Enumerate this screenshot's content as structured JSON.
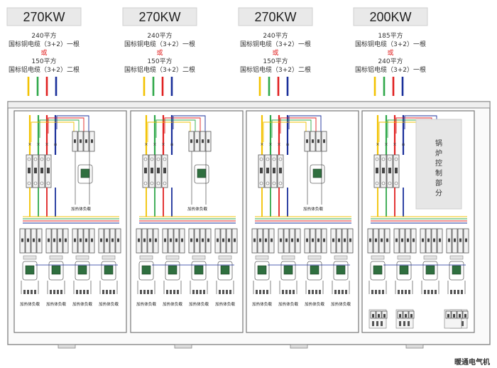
{
  "title": "",
  "colors": {
    "phase_l1": "#f2c200",
    "phase_l2": "#2fa84a",
    "phase_l3": "#e02020",
    "neutral": "#1a2f9a",
    "earth": "#f2c200",
    "or_text": "#e02020"
  },
  "cabinets": [
    {
      "power_label": "270KW",
      "cable_line1": "240平方",
      "cable_line2": "国标铜电缆（3+2）一根",
      "or_label": "或",
      "cable_line3": "150平方",
      "cable_line4": "国标铝电缆（3+2）二根",
      "heater_label": "加热体负载",
      "load_labels": [
        "加热体负载",
        "加热体负载",
        "加热体负载",
        "加热体负载"
      ],
      "has_boiler_panel": false
    },
    {
      "power_label": "270KW",
      "cable_line1": "240平方",
      "cable_line2": "国标铜电缆（3+2）一根",
      "or_label": "或",
      "cable_line3": "150平方",
      "cable_line4": "国标铝电缆（3+2）二根",
      "heater_label": "加热体负载",
      "load_labels": [
        "加热体负载",
        "加热体负载",
        "加热体负载",
        "加热体负载"
      ],
      "has_boiler_panel": false
    },
    {
      "power_label": "270KW",
      "cable_line1": "240平方",
      "cable_line2": "国标铜电缆（3+2）一根",
      "or_label": "或",
      "cable_line3": "150平方",
      "cable_line4": "国标铝电缆（3+2）二根",
      "heater_label": "加热体负载",
      "load_labels": [
        "加热体负载",
        "加热体负载",
        "加热体负载",
        "加热体负载"
      ],
      "has_boiler_panel": false
    },
    {
      "power_label": "200KW",
      "cable_line1": "185平方",
      "cable_line2": "国标铜电缆（3+2）一根",
      "or_label": "或",
      "cable_line3": "240平方",
      "cable_line4": "国标铝电缆（3+2）一根",
      "heater_label": "",
      "load_labels": [
        "",
        "",
        "",
        ""
      ],
      "has_boiler_panel": true,
      "boiler_label": "锅炉控制部分"
    }
  ],
  "watermark": "暖通电气机"
}
